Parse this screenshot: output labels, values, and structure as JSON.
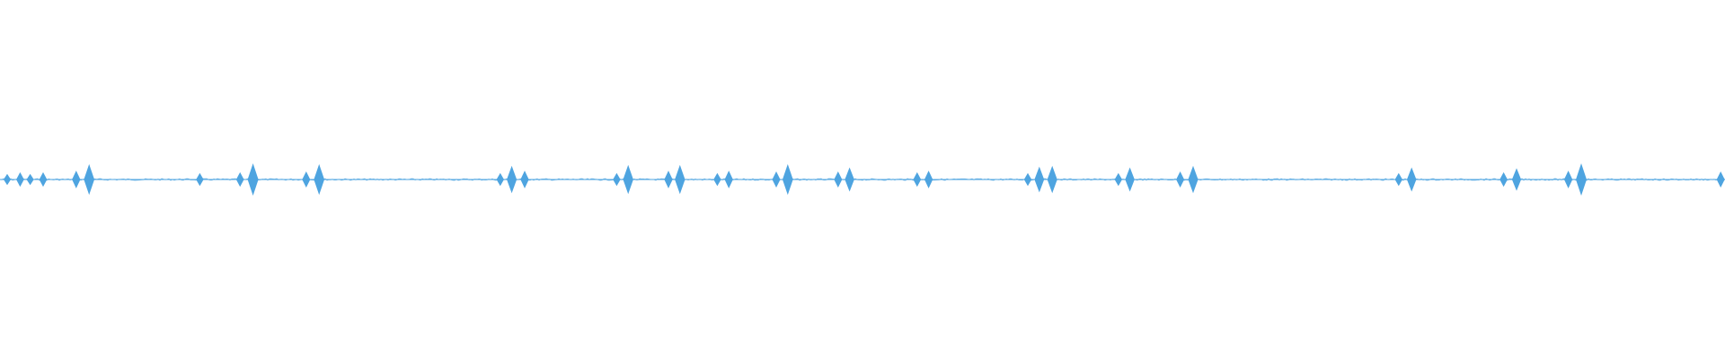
{
  "waveform": {
    "color": "#4ea4e0",
    "duration_seconds": 60,
    "peak_amplitude": 1.0,
    "noise_amplitude": 0.05,
    "bursts": [
      {
        "t": 0.25,
        "amp": 0.35
      },
      {
        "t": 0.7,
        "amp": 0.45
      },
      {
        "t": 1.05,
        "amp": 0.35
      },
      {
        "t": 1.5,
        "amp": 0.45
      },
      {
        "t": 2.65,
        "amp": 0.55
      },
      {
        "t": 3.1,
        "amp": 0.95
      },
      {
        "t": 6.95,
        "amp": 0.4
      },
      {
        "t": 8.35,
        "amp": 0.45
      },
      {
        "t": 8.8,
        "amp": 1.0
      },
      {
        "t": 10.65,
        "amp": 0.5
      },
      {
        "t": 11.1,
        "amp": 0.95
      },
      {
        "t": 17.4,
        "amp": 0.4
      },
      {
        "t": 17.8,
        "amp": 0.85
      },
      {
        "t": 18.25,
        "amp": 0.55
      },
      {
        "t": 21.45,
        "amp": 0.4
      },
      {
        "t": 21.85,
        "amp": 0.9
      },
      {
        "t": 23.25,
        "amp": 0.55
      },
      {
        "t": 23.65,
        "amp": 0.9
      },
      {
        "t": 24.95,
        "amp": 0.4
      },
      {
        "t": 25.35,
        "amp": 0.55
      },
      {
        "t": 27.0,
        "amp": 0.5
      },
      {
        "t": 27.4,
        "amp": 0.95
      },
      {
        "t": 29.15,
        "amp": 0.5
      },
      {
        "t": 29.55,
        "amp": 0.75
      },
      {
        "t": 31.9,
        "amp": 0.45
      },
      {
        "t": 32.3,
        "amp": 0.55
      },
      {
        "t": 35.75,
        "amp": 0.4
      },
      {
        "t": 36.15,
        "amp": 0.8
      },
      {
        "t": 36.6,
        "amp": 0.85
      },
      {
        "t": 38.9,
        "amp": 0.4
      },
      {
        "t": 39.3,
        "amp": 0.75
      },
      {
        "t": 41.05,
        "amp": 0.5
      },
      {
        "t": 41.5,
        "amp": 0.85
      },
      {
        "t": 48.65,
        "amp": 0.4
      },
      {
        "t": 49.1,
        "amp": 0.75
      },
      {
        "t": 52.3,
        "amp": 0.45
      },
      {
        "t": 52.75,
        "amp": 0.7
      },
      {
        "t": 54.55,
        "amp": 0.55
      },
      {
        "t": 55.0,
        "amp": 1.0
      },
      {
        "t": 59.85,
        "amp": 0.5
      }
    ]
  }
}
